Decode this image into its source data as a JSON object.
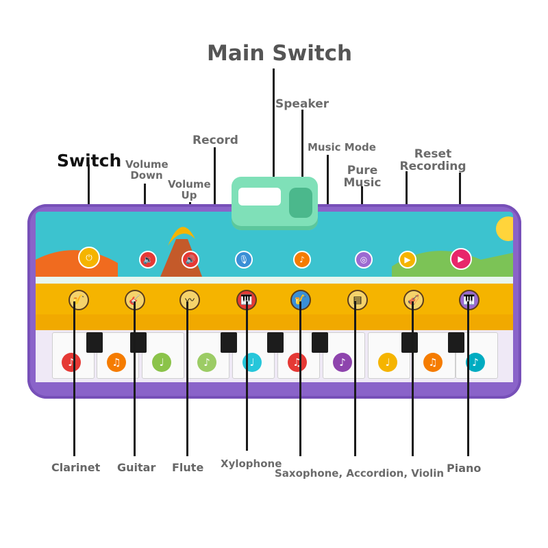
{
  "labels": {
    "main_switch": "Main Switch",
    "speaker": "Speaker",
    "record": "Record",
    "music_mode": "Music Mode",
    "switch": "Switch",
    "volume_down": "Volume Down",
    "volume_up": "Volume Up",
    "pure_music": "Pure Music",
    "reset_recording": "Reset Recording",
    "clarinet": "Clarinet",
    "guitar": "Guitar",
    "flute": "Flute",
    "xylophone": "Xylophone",
    "sax_acc_violin": "Saxophone, Accordion, Violin",
    "piano": "Piano"
  },
  "colors": {
    "mat_border": "#8a63c9",
    "sky": "#3cc3cf",
    "ground": "#f5b400",
    "speaker": "#7fe0b8",
    "switch_button": "#f5b400",
    "reset_button": "#e8266a"
  },
  "note_colors": [
    "#e53935",
    "#f57c00",
    "#8bc34a",
    "#9ccc65",
    "#26c6da",
    "#e53935",
    "#8e44ad",
    "#f5b400",
    "#f57c00",
    "#00acc1"
  ]
}
